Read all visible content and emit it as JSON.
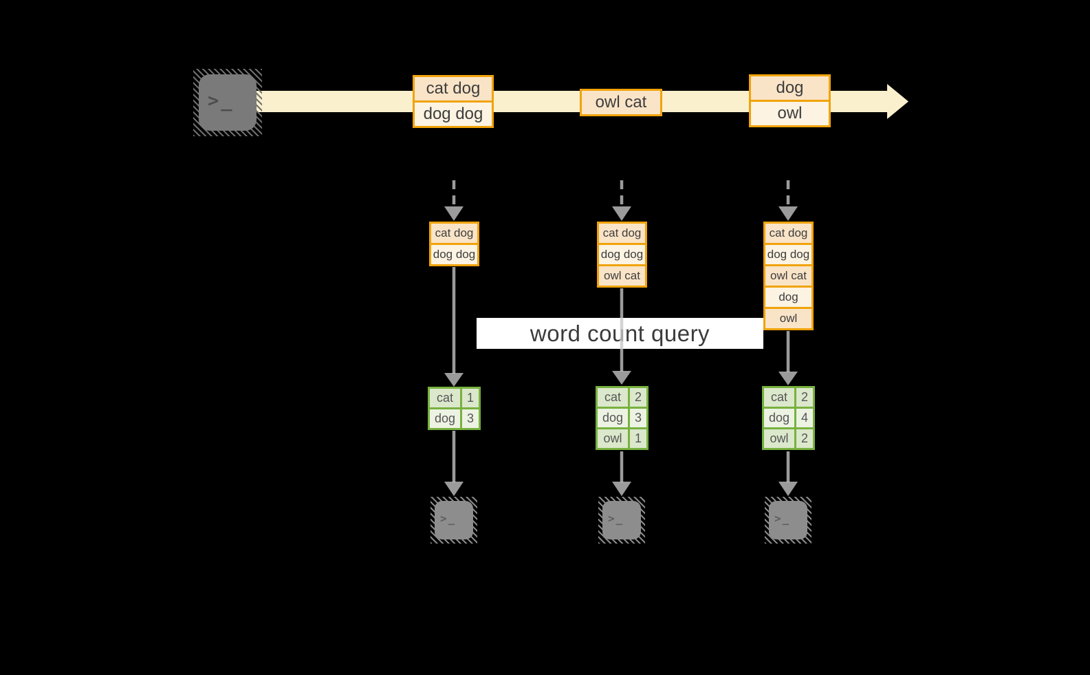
{
  "banner": {
    "label": "word count query"
  },
  "icons": {
    "source": "terminal-icon",
    "prompt_glyph": ">_",
    "sinks": [
      "terminal-icon",
      "terminal-icon",
      "terminal-icon"
    ]
  },
  "stream": {
    "groups": [
      {
        "items": [
          "cat dog",
          "dog dog"
        ]
      },
      {
        "items": [
          "owl cat"
        ]
      },
      {
        "items": [
          "dog",
          "owl"
        ]
      }
    ]
  },
  "columns": [
    {
      "buffer": [
        "cat dog",
        "dog dog"
      ],
      "counts": [
        {
          "word": "cat",
          "count": "1"
        },
        {
          "word": "dog",
          "count": "3"
        }
      ]
    },
    {
      "buffer": [
        "cat dog",
        "dog dog",
        "owl cat"
      ],
      "counts": [
        {
          "word": "cat",
          "count": "2"
        },
        {
          "word": "dog",
          "count": "3"
        },
        {
          "word": "owl",
          "count": "1"
        }
      ]
    },
    {
      "buffer": [
        "cat dog",
        "dog dog",
        "owl cat",
        "dog",
        "owl"
      ],
      "counts": [
        {
          "word": "cat",
          "count": "2"
        },
        {
          "word": "dog",
          "count": "4"
        },
        {
          "word": "owl",
          "count": "2"
        }
      ]
    }
  ],
  "colors": {
    "background": "#000000",
    "stream_band": "#FAF0CE",
    "event_border": "#F0A30A",
    "event_fill_peach": "#FAE4C7",
    "event_fill_cream": "#FCF3E2",
    "table_border": "#77B13F",
    "table_fill_dark": "#DCE8CC",
    "table_fill_light": "#EDF3E3",
    "connector_gray": "#9A9A9A",
    "banner_bg": "#FFFFFF",
    "text": "#3D3D3D"
  }
}
